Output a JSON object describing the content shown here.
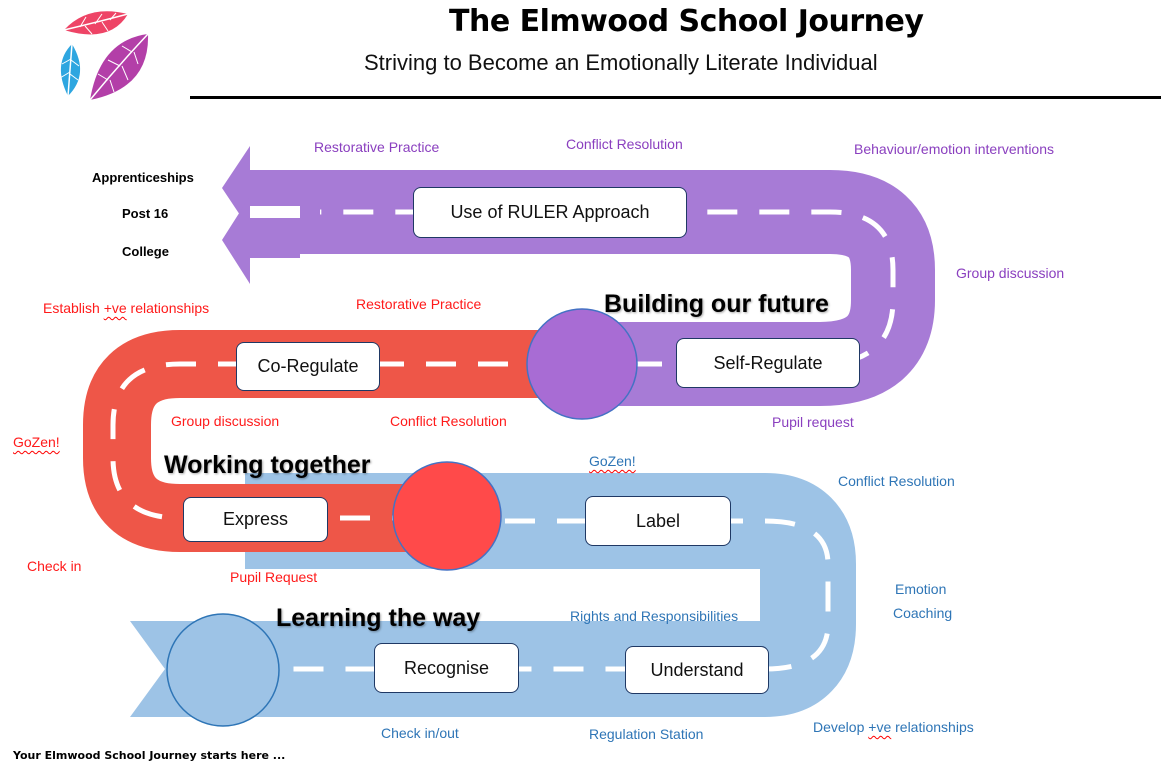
{
  "header": {
    "title": "The Elmwood School Journey",
    "subtitle": "Striving to Become an Emotionally Literate Individual"
  },
  "colors": {
    "purple_road": "#a77bd6",
    "red_road": "#ee5648",
    "blue_road": "#9dc3e6",
    "purple_text": "#8a3fbf",
    "red_text": "#ff1a1a",
    "blue_text": "#2e75b6"
  },
  "destinations": [
    "Apprenticeships",
    "Post 16",
    "College"
  ],
  "stages": {
    "top": "Building our future",
    "middle": "Working together",
    "bottom": "Learning the way"
  },
  "steps": {
    "ruler": "Use of RULER Approach",
    "self_regulate": "Self-Regulate",
    "co_regulate": "Co-Regulate",
    "express": "Express",
    "label": "Label",
    "recognise": "Recognise",
    "understand": "Understand"
  },
  "labels": {
    "purple": {
      "restorative": "Restorative Practice",
      "conflict": "Conflict Resolution",
      "interventions": "Behaviour/emotion interventions",
      "group": "Group discussion",
      "pupil_request": "Pupil request"
    },
    "red": {
      "establish_pre": "Establish ",
      "establish_wavy": "+ve",
      "establish_post": " relationships",
      "restorative": "Restorative Practice",
      "group": "Group discussion",
      "conflict": "Conflict Resolution",
      "gozen_left": "GoZen!",
      "gozen_mid": "GoZen!",
      "check_in": "Check in",
      "pupil_request": "Pupil Request"
    },
    "blue": {
      "conflict": "Conflict Resolution",
      "emotion": "Emotion",
      "coaching": "Coaching",
      "rights": "Rights and Responsibilities",
      "check_in_out": "Check in/out",
      "regulation": "Regulation Station",
      "develop_pre": "Develop ",
      "develop_wavy": "+ve",
      "develop_post": " relationships"
    }
  },
  "footer": "Your Elmwood School Journey starts here ..."
}
